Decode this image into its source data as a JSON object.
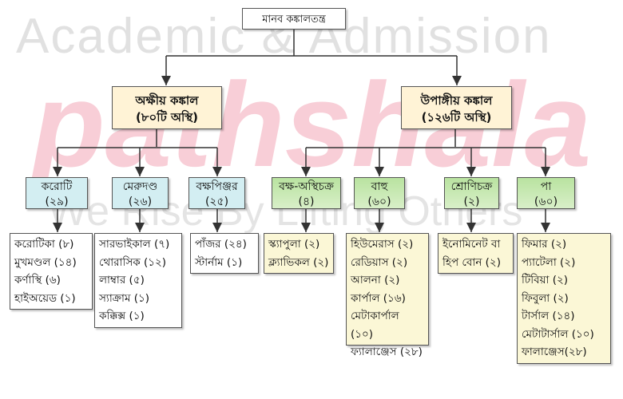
{
  "watermark": {
    "line1": "Academic & Admission",
    "brand": "pathshala",
    "slogan": "We Rise By Lifting Others"
  },
  "title": "মানব কঙ্কালতন্ত্র",
  "axial": {
    "name": "অক্ষীয় কঙ্কাল",
    "count": "(৮০টি অস্থি)",
    "groups": [
      {
        "name": "করোটি",
        "count": "(২৯)",
        "items": [
          "করোটিকা (৮)",
          "মুখমণ্ডল (১৪)",
          "কর্ণাস্থি (৬)",
          "হাইঅয়েড (১)"
        ]
      },
      {
        "name": "মেরুদণ্ড",
        "count": "(২৬)",
        "items": [
          "সারভাইকাল (৭)",
          "থোরাসিক (১২)",
          "লাম্বার (৫)",
          "স্যাক্রাম (১)",
          "কক্কিক্স (১)"
        ]
      },
      {
        "name": "বক্ষপিঞ্জর",
        "count": "(২৫)",
        "items": [
          "পাঁজর (২৪)",
          "স্টার্নাম (১)"
        ]
      }
    ]
  },
  "appendicular": {
    "name": "উপাঙ্গীয় কঙ্কাল",
    "count": "(১২৬টি অস্থি)",
    "groups": [
      {
        "name": "বক্ষ-অস্থিচক্র",
        "count": "(৪)",
        "items": [
          "স্ক্যাপুলা (২)",
          "ক্ল্যাভিকল (২)"
        ]
      },
      {
        "name": "বাহু",
        "count": "(৬০)",
        "items": [
          "হিউমেরাস (২)",
          "রেডিয়াস (২)",
          "আলনা (২)",
          "কার্পাল (১৬)",
          "মেটাকার্পাল (১০)",
          "ফ্যালাঞ্জেস (২৮)"
        ]
      },
      {
        "name": "শ্রোণিচক্র",
        "count": "(২)",
        "items": [
          "ইনোমিনেট বা",
          "হিপ বোন (২)"
        ]
      },
      {
        "name": "পা",
        "count": "(৬০)",
        "items": [
          "ফিমার (২)",
          "প্যাটেলা (২)",
          "টিবিয়া (২)",
          "ফিবুলা (২)",
          "টার্সাল (১৪)",
          "মেটাটার্সাল (১০)",
          "ফালাঞ্জেস(২৮)"
        ]
      }
    ]
  }
}
